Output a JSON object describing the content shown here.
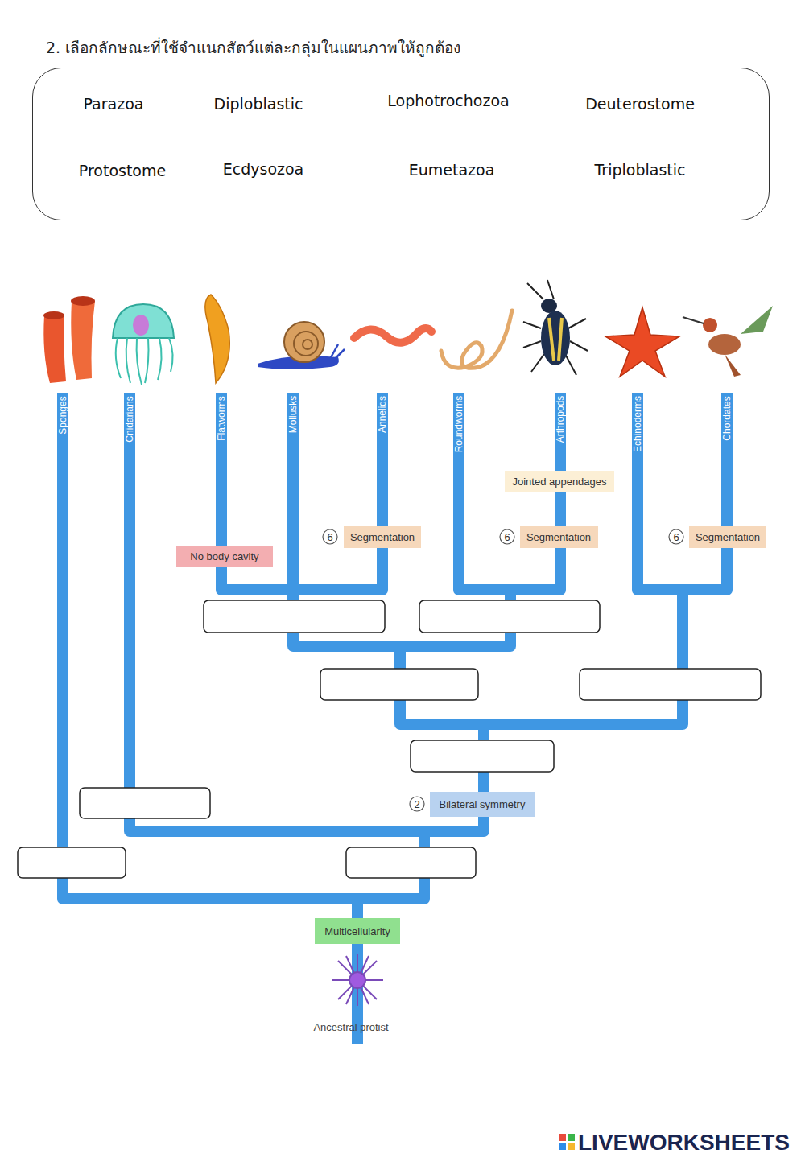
{
  "diagram": {
    "title": "2. เลือกลักษณะที่ใช้จำแนกสัตว์แต่ละกลุ่มในแผนภาพให้ถูกต้อง",
    "nodes": [
      {
        "text": [
          "Parazoa",
          "Diploblastic",
          "Lophotrochozoa",
          "Deuterostome",
          "Protostome",
          "Ecdysozoa",
          "Eumetazoa",
          "Triploblastic"
        ]
      },
      {
        "text": [
          "Jointed appendages"
        ]
      },
      {
        "text": [
          "Segmentation"
        ]
      },
      {
        "text": [
          "Segmentation"
        ]
      },
      {
        "text": [
          "Segmentation"
        ]
      },
      {
        "text": [
          "No body cavity"
        ]
      },
      {
        "text": [
          "Bilateral symmetry"
        ]
      },
      {
        "text": [
          "Multicellularity"
        ]
      }
    ],
    "labels": [
      "Sponges",
      "Cnidarians",
      "Flatworms",
      "Mollusks",
      "Annelids",
      "Roundworms",
      "Arthropods",
      "Echinoderms",
      "Chordates",
      "6",
      "6",
      "6",
      "2",
      "Ancestral protist",
      "LIVEWORKSHEETS"
    ]
  }
}
